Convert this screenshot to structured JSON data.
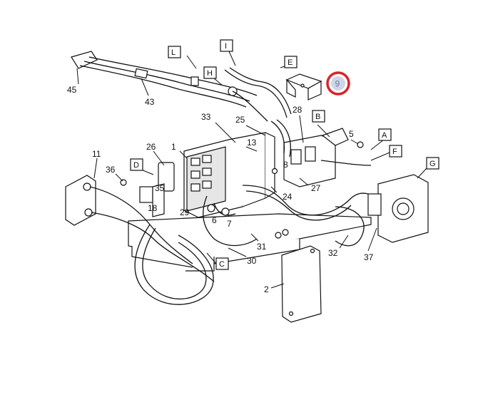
{
  "diagram": {
    "part_numbers": [
      "45",
      "43",
      "33",
      "25",
      "13",
      "28",
      "5",
      "11",
      "36",
      "26",
      "1",
      "35",
      "18",
      "29",
      "6",
      "7",
      "8",
      "27",
      "24",
      "31",
      "30",
      "32",
      "37",
      "2"
    ],
    "letter_callouts": [
      "L",
      "I",
      "H",
      "E",
      "B",
      "A",
      "F",
      "G",
      "D",
      "C"
    ],
    "highlighted_callout": "9",
    "highlight_color": "#d9242a"
  }
}
